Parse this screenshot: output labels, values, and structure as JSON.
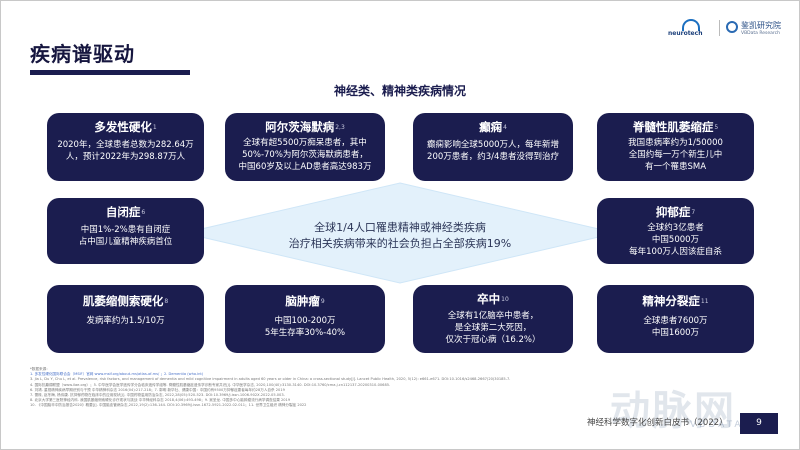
{
  "page_title": "疾病谱驱动",
  "logos": {
    "left_text": "neurotech",
    "right_text_cn": "鉴凯研究院",
    "right_text_en": "VBData Research"
  },
  "subtitle": "神经类、精神类疾病情况",
  "center": {
    "line1": "全球1/4人口罹患精神或神经类疾病",
    "line2": "治疗相关疾病带来的社会负担占全部疾病19%"
  },
  "cards": [
    {
      "name": "多发性硬化",
      "ref": "1",
      "desc": [
        "2020年，全球患者总数为282.64万",
        "人，预计2022年为298.87万人"
      ]
    },
    {
      "name": "阿尔茨海默病",
      "ref": "2,3",
      "desc": [
        "全球有超5500万痴呆患者，其中",
        "50%-70%为阿尔茨海默病患者，",
        "中国60岁及以上AD患者高达983万"
      ]
    },
    {
      "name": "癫痫",
      "ref": "4",
      "desc": [
        "癫痫影响全球5000万人，每年新增",
        "200万患者，约3/4患者没得到治疗"
      ]
    },
    {
      "name": "脊髓性肌萎缩症",
      "ref": "5",
      "desc": [
        "我国患病率约为1/50000",
        "全国约每一万个新生儿中",
        "有一个罹患SMA"
      ]
    },
    {
      "name": "自闭症",
      "ref": "6",
      "desc": [
        "中国1%-2%患有自闭症",
        "占中国儿童精神疾病首位"
      ]
    },
    {
      "name": "抑郁症",
      "ref": "7",
      "desc": [
        "全球约3亿患者",
        "中国5000万",
        "每年100万人因该症自杀"
      ]
    },
    {
      "name": "肌萎缩侧索硬化",
      "ref": "8",
      "desc": [
        "发病率约为1.5/10万"
      ]
    },
    {
      "name": "脑肿瘤",
      "ref": "9",
      "desc": [
        "中国100-200万",
        "5年生存率30%-40%"
      ]
    },
    {
      "name": "卒中",
      "ref": "10",
      "desc": [
        "全球有1亿脑卒中患者，",
        "是全球第二大死因，",
        "仅次于冠心病（16.2%）"
      ]
    },
    {
      "name": "精神分裂症",
      "ref": "11",
      "desc": [
        "全球患者7600万",
        "中国1600万"
      ]
    }
  ],
  "footnotes": [
    "*数据来源：",
    "1. 多发性硬化国际联合会（MSIF）官网 www.msif.org/about-ms/atlas-of-ms/  ；2. Dementia (who.int)",
    "3. Jia L, Du Y, Chu L, et al. Prevalence, risk factors, and management of dementia and mild cognitive impairment in adults aged 60 years or older in China: a cross-sectional study[J]. Lancet Public Health, 2020, 5(12): e661-e671. DOI:10.1016/s2468-2667(20)30185-7.",
    "4. 国际抗癫痫联盟（www.ilae.org）；5. 中华医学会医学遗传学分会临床遗传学组等. 脊髓性肌萎缩症遗传学诊断专家共识[J]. 中华医学杂志, 2020,100(40):3130-3140. DOI:10.3760/cma.j.cn112137-20200310-00685.",
    "6. 刘靖. 重视精神疾病早期识别与干预 中华精神科杂志 2016(04):217-218；7. 郭明 新华社、健康中国：中国约有9500万抑郁症患者每年约28万人自杀 2019",
    "7. 蕾珠, 赵冬梅, 杨伟康. 抗抑郁药物在临床中的应用现状[J]. 中国药物滥用防治杂志, 2022,28(05):520-523. DOI:10.3969/j.issn.1006-902X.2022.05.003.",
    "8. 北京大学第三医院神经内科. 我国肌萎缩侧索硬化诊疗现状与挑战 中华神经科杂志 2018,4(06):493-498；9. 吴圣龙. 中国多中心脑肿瘤流行病学调查结果 2019",
    "10. 《中国脑卒中防治报告2020》概要[J]. 中国脑血管病杂志,2022,19(2):136-144. DOI:10.3969/j.issn.1672-5921.2022.02.011；11. 世界卫生组织 精神分裂症 2022"
  ],
  "footer": {
    "report_title": "神经科学数字化创新白皮书（2022）",
    "page_number": "9"
  },
  "watermark": {
    "cn": "动脉网",
    "en": "VBDATA.CN"
  },
  "colors": {
    "navy": "#1b1d4f",
    "diamond_fill": "#e3f1fb",
    "diamond_edge": "#cfe6f7"
  }
}
